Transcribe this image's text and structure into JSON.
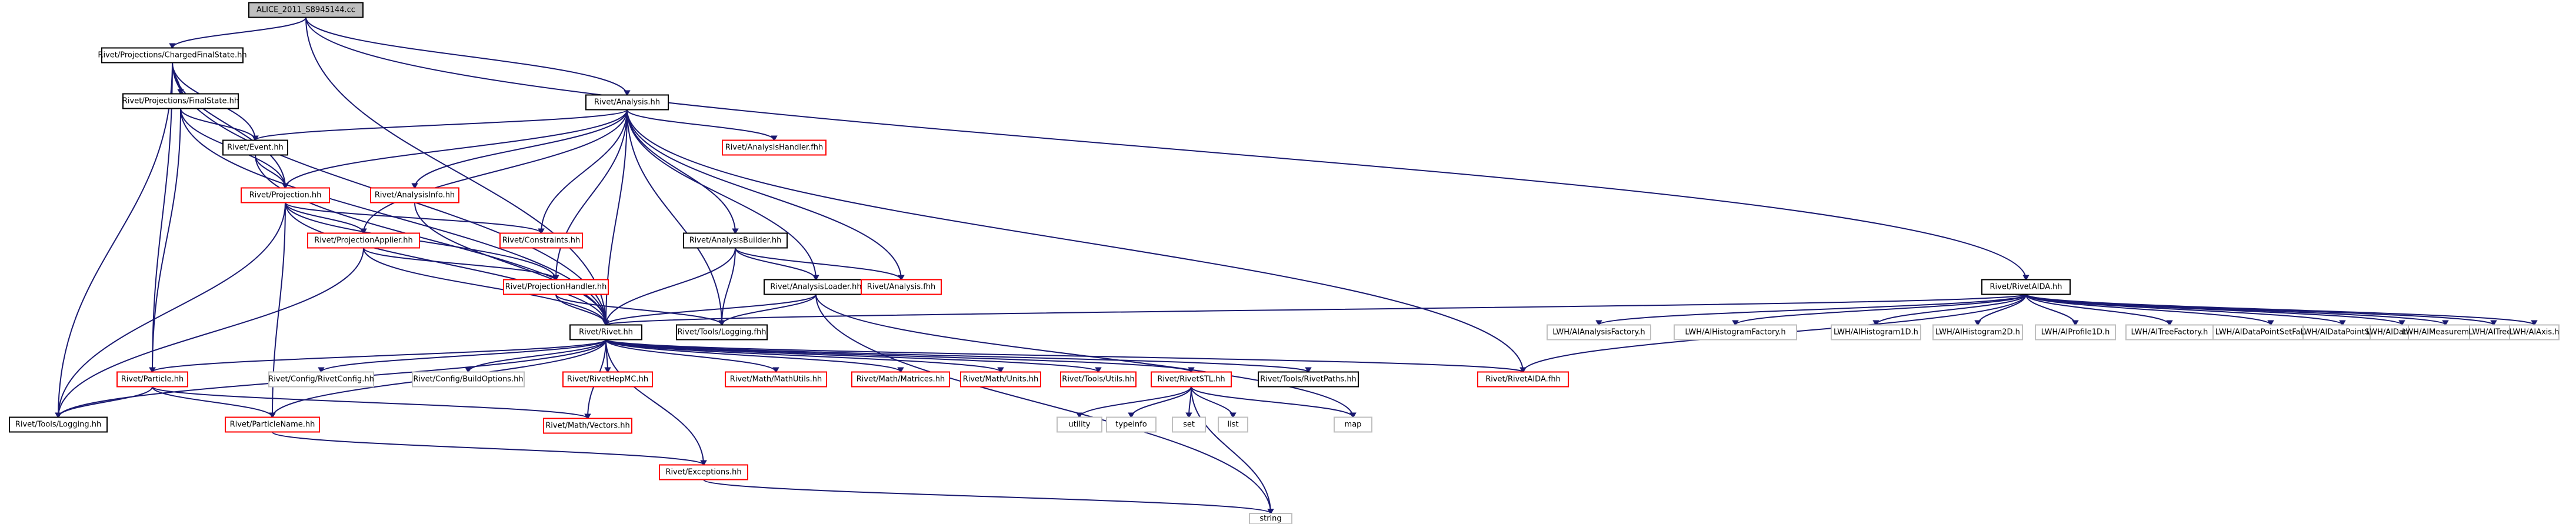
{
  "graph": {
    "colors": {
      "edge": "#191970",
      "normal_border": "#000000",
      "truncated_border": "#ff0000",
      "external_border": "#bfbfbf",
      "root_fill": "#bfbfbf",
      "node_fill": "#ffffff"
    },
    "nodes": [
      {
        "id": "root",
        "label": "ALICE_2011_S8945144.cc",
        "kind": "root"
      },
      {
        "id": "cfs",
        "label": "Rivet/Projections/ChargedFinalState.hh",
        "kind": "normal"
      },
      {
        "id": "ana",
        "label": "Rivet/Analysis.hh",
        "kind": "normal"
      },
      {
        "id": "fs",
        "label": "Rivet/Projections/FinalState.hh",
        "kind": "normal"
      },
      {
        "id": "ahf",
        "label": "Rivet/AnalysisHandler.fhh",
        "kind": "truncated"
      },
      {
        "id": "ev",
        "label": "Rivet/Event.hh",
        "kind": "normal"
      },
      {
        "id": "proj",
        "label": "Rivet/Projection.hh",
        "kind": "truncated"
      },
      {
        "id": "ainfo",
        "label": "Rivet/AnalysisInfo.hh",
        "kind": "truncated"
      },
      {
        "id": "papp",
        "label": "Rivet/ProjectionApplier.hh",
        "kind": "truncated"
      },
      {
        "id": "cons",
        "label": "Rivet/Constraints.hh",
        "kind": "truncated"
      },
      {
        "id": "abld",
        "label": "Rivet/AnalysisBuilder.hh",
        "kind": "normal"
      },
      {
        "id": "phand",
        "label": "Rivet/ProjectionHandler.hh",
        "kind": "truncated"
      },
      {
        "id": "aload",
        "label": "Rivet/AnalysisLoader.hh",
        "kind": "normal"
      },
      {
        "id": "afhh",
        "label": "Rivet/Analysis.fhh",
        "kind": "truncated"
      },
      {
        "id": "raida",
        "label": "Rivet/RivetAIDA.hh",
        "kind": "normal"
      },
      {
        "id": "rivet",
        "label": "Rivet/Rivet.hh",
        "kind": "normal"
      },
      {
        "id": "tlog1",
        "label": "Rivet/Tools/Logging.fhh",
        "kind": "normal"
      },
      {
        "id": "part",
        "label": "Rivet/Particle.hh",
        "kind": "truncated"
      },
      {
        "id": "rcfg",
        "label": "Rivet/Config/RivetConfig.hh",
        "kind": "external"
      },
      {
        "id": "bopt",
        "label": "Rivet/Config/BuildOptions.hh",
        "kind": "external"
      },
      {
        "id": "hepmc",
        "label": "Rivet/RivetHepMC.hh",
        "kind": "truncated"
      },
      {
        "id": "mmu",
        "label": "Rivet/Math/MathUtils.hh",
        "kind": "truncated"
      },
      {
        "id": "mmat",
        "label": "Rivet/Math/Matrices.hh",
        "kind": "truncated"
      },
      {
        "id": "mun",
        "label": "Rivet/Math/Units.hh",
        "kind": "truncated"
      },
      {
        "id": "tut",
        "label": "Rivet/Tools/Utils.hh",
        "kind": "truncated"
      },
      {
        "id": "rstl",
        "label": "Rivet/RivetSTL.hh",
        "kind": "truncated"
      },
      {
        "id": "tpath",
        "label": "Rivet/Tools/RivetPaths.hh",
        "kind": "normal"
      },
      {
        "id": "aidafhh",
        "label": "Rivet/RivetAIDA.fhh",
        "kind": "truncated"
      },
      {
        "id": "tlog2",
        "label": "Rivet/Tools/Logging.hh",
        "kind": "normal"
      },
      {
        "id": "pname",
        "label": "Rivet/ParticleName.hh",
        "kind": "truncated"
      },
      {
        "id": "mvec",
        "label": "Rivet/Math/Vectors.hh",
        "kind": "truncated"
      },
      {
        "id": "exc",
        "label": "Rivet/Exceptions.hh",
        "kind": "truncated"
      },
      {
        "id": "utility",
        "label": "utility",
        "kind": "external"
      },
      {
        "id": "typeinfo",
        "label": "typeinfo",
        "kind": "external"
      },
      {
        "id": "set",
        "label": "set",
        "kind": "external"
      },
      {
        "id": "list",
        "label": "list",
        "kind": "external"
      },
      {
        "id": "map",
        "label": "map",
        "kind": "external"
      },
      {
        "id": "string",
        "label": "string",
        "kind": "external"
      },
      {
        "id": "iaf",
        "label": "LWH/AIAnalysisFactory.h",
        "kind": "external"
      },
      {
        "id": "ihf",
        "label": "LWH/AIHistogramFactory.h",
        "kind": "external"
      },
      {
        "id": "ih1",
        "label": "LWH/AIHistogram1D.h",
        "kind": "external"
      },
      {
        "id": "ih2",
        "label": "LWH/AIHistogram2D.h",
        "kind": "external"
      },
      {
        "id": "ip1",
        "label": "LWH/AIProfile1D.h",
        "kind": "external"
      },
      {
        "id": "itf",
        "label": "LWH/AITreeFactory.h",
        "kind": "external"
      },
      {
        "id": "idpsf",
        "label": "LWH/AIDataPointSetFactory.h",
        "kind": "external"
      },
      {
        "id": "idps",
        "label": "LWH/AIDataPointSet.h",
        "kind": "external"
      },
      {
        "id": "idp",
        "label": "LWH/AIDataPoint.h",
        "kind": "external"
      },
      {
        "id": "imeas",
        "label": "LWH/AIMeasurement.h",
        "kind": "external"
      },
      {
        "id": "itree",
        "label": "LWH/AITree.h",
        "kind": "external"
      },
      {
        "id": "iaxis",
        "label": "LWH/AIAxis.h",
        "kind": "external"
      }
    ],
    "edges": [
      [
        "root",
        "cfs"
      ],
      [
        "root",
        "ana"
      ],
      [
        "root",
        "raida"
      ],
      [
        "root",
        "rivet"
      ],
      [
        "cfs",
        "fs"
      ],
      [
        "cfs",
        "ev"
      ],
      [
        "cfs",
        "proj"
      ],
      [
        "cfs",
        "rivet"
      ],
      [
        "cfs",
        "part"
      ],
      [
        "cfs",
        "tlog2"
      ],
      [
        "fs",
        "ev"
      ],
      [
        "fs",
        "proj"
      ],
      [
        "fs",
        "rivet"
      ],
      [
        "fs",
        "part"
      ],
      [
        "ana",
        "ev"
      ],
      [
        "ana",
        "proj"
      ],
      [
        "ana",
        "ahf"
      ],
      [
        "ana",
        "ainfo"
      ],
      [
        "ana",
        "papp"
      ],
      [
        "ana",
        "cons"
      ],
      [
        "ana",
        "abld"
      ],
      [
        "ana",
        "phand"
      ],
      [
        "ana",
        "aload"
      ],
      [
        "ana",
        "afhh"
      ],
      [
        "ana",
        "rivet"
      ],
      [
        "ana",
        "tlog1"
      ],
      [
        "ana",
        "aidafhh"
      ],
      [
        "ev",
        "proj"
      ],
      [
        "ev",
        "rivet"
      ],
      [
        "proj",
        "papp"
      ],
      [
        "proj",
        "cons"
      ],
      [
        "proj",
        "phand"
      ],
      [
        "proj",
        "rivet"
      ],
      [
        "proj",
        "tlog2"
      ],
      [
        "proj",
        "pname"
      ],
      [
        "ainfo",
        "rivet"
      ],
      [
        "papp",
        "phand"
      ],
      [
        "papp",
        "rivet"
      ],
      [
        "papp",
        "tlog2"
      ],
      [
        "abld",
        "aload"
      ],
      [
        "abld",
        "afhh"
      ],
      [
        "abld",
        "rivet"
      ],
      [
        "abld",
        "tlog1"
      ],
      [
        "phand",
        "rivet"
      ],
      [
        "phand",
        "tlog1"
      ],
      [
        "aload",
        "rivet"
      ],
      [
        "aload",
        "tlog1"
      ],
      [
        "aload",
        "map"
      ],
      [
        "aload",
        "string"
      ],
      [
        "raida",
        "rivet"
      ],
      [
        "raida",
        "aidafhh"
      ],
      [
        "raida",
        "iaf"
      ],
      [
        "raida",
        "ihf"
      ],
      [
        "raida",
        "ih1"
      ],
      [
        "raida",
        "ih2"
      ],
      [
        "raida",
        "ip1"
      ],
      [
        "raida",
        "itf"
      ],
      [
        "raida",
        "idpsf"
      ],
      [
        "raida",
        "idps"
      ],
      [
        "raida",
        "idp"
      ],
      [
        "raida",
        "imeas"
      ],
      [
        "raida",
        "itree"
      ],
      [
        "raida",
        "iaxis"
      ],
      [
        "rivet",
        "part"
      ],
      [
        "rivet",
        "tlog2"
      ],
      [
        "rivet",
        "rcfg"
      ],
      [
        "rivet",
        "bopt"
      ],
      [
        "rivet",
        "hepmc"
      ],
      [
        "rivet",
        "mmu"
      ],
      [
        "rivet",
        "mmat"
      ],
      [
        "rivet",
        "mun"
      ],
      [
        "rivet",
        "tut"
      ],
      [
        "rivet",
        "rstl"
      ],
      [
        "rivet",
        "tpath"
      ],
      [
        "rivet",
        "aidafhh"
      ],
      [
        "rivet",
        "pname"
      ],
      [
        "rivet",
        "mvec"
      ],
      [
        "rivet",
        "exc"
      ],
      [
        "part",
        "pname"
      ],
      [
        "part",
        "tlog2"
      ],
      [
        "part",
        "mvec"
      ],
      [
        "rstl",
        "utility"
      ],
      [
        "rstl",
        "typeinfo"
      ],
      [
        "rstl",
        "set"
      ],
      [
        "rstl",
        "list"
      ],
      [
        "rstl",
        "map"
      ],
      [
        "rstl",
        "string"
      ],
      [
        "pname",
        "exc"
      ],
      [
        "exc",
        "string"
      ]
    ]
  }
}
